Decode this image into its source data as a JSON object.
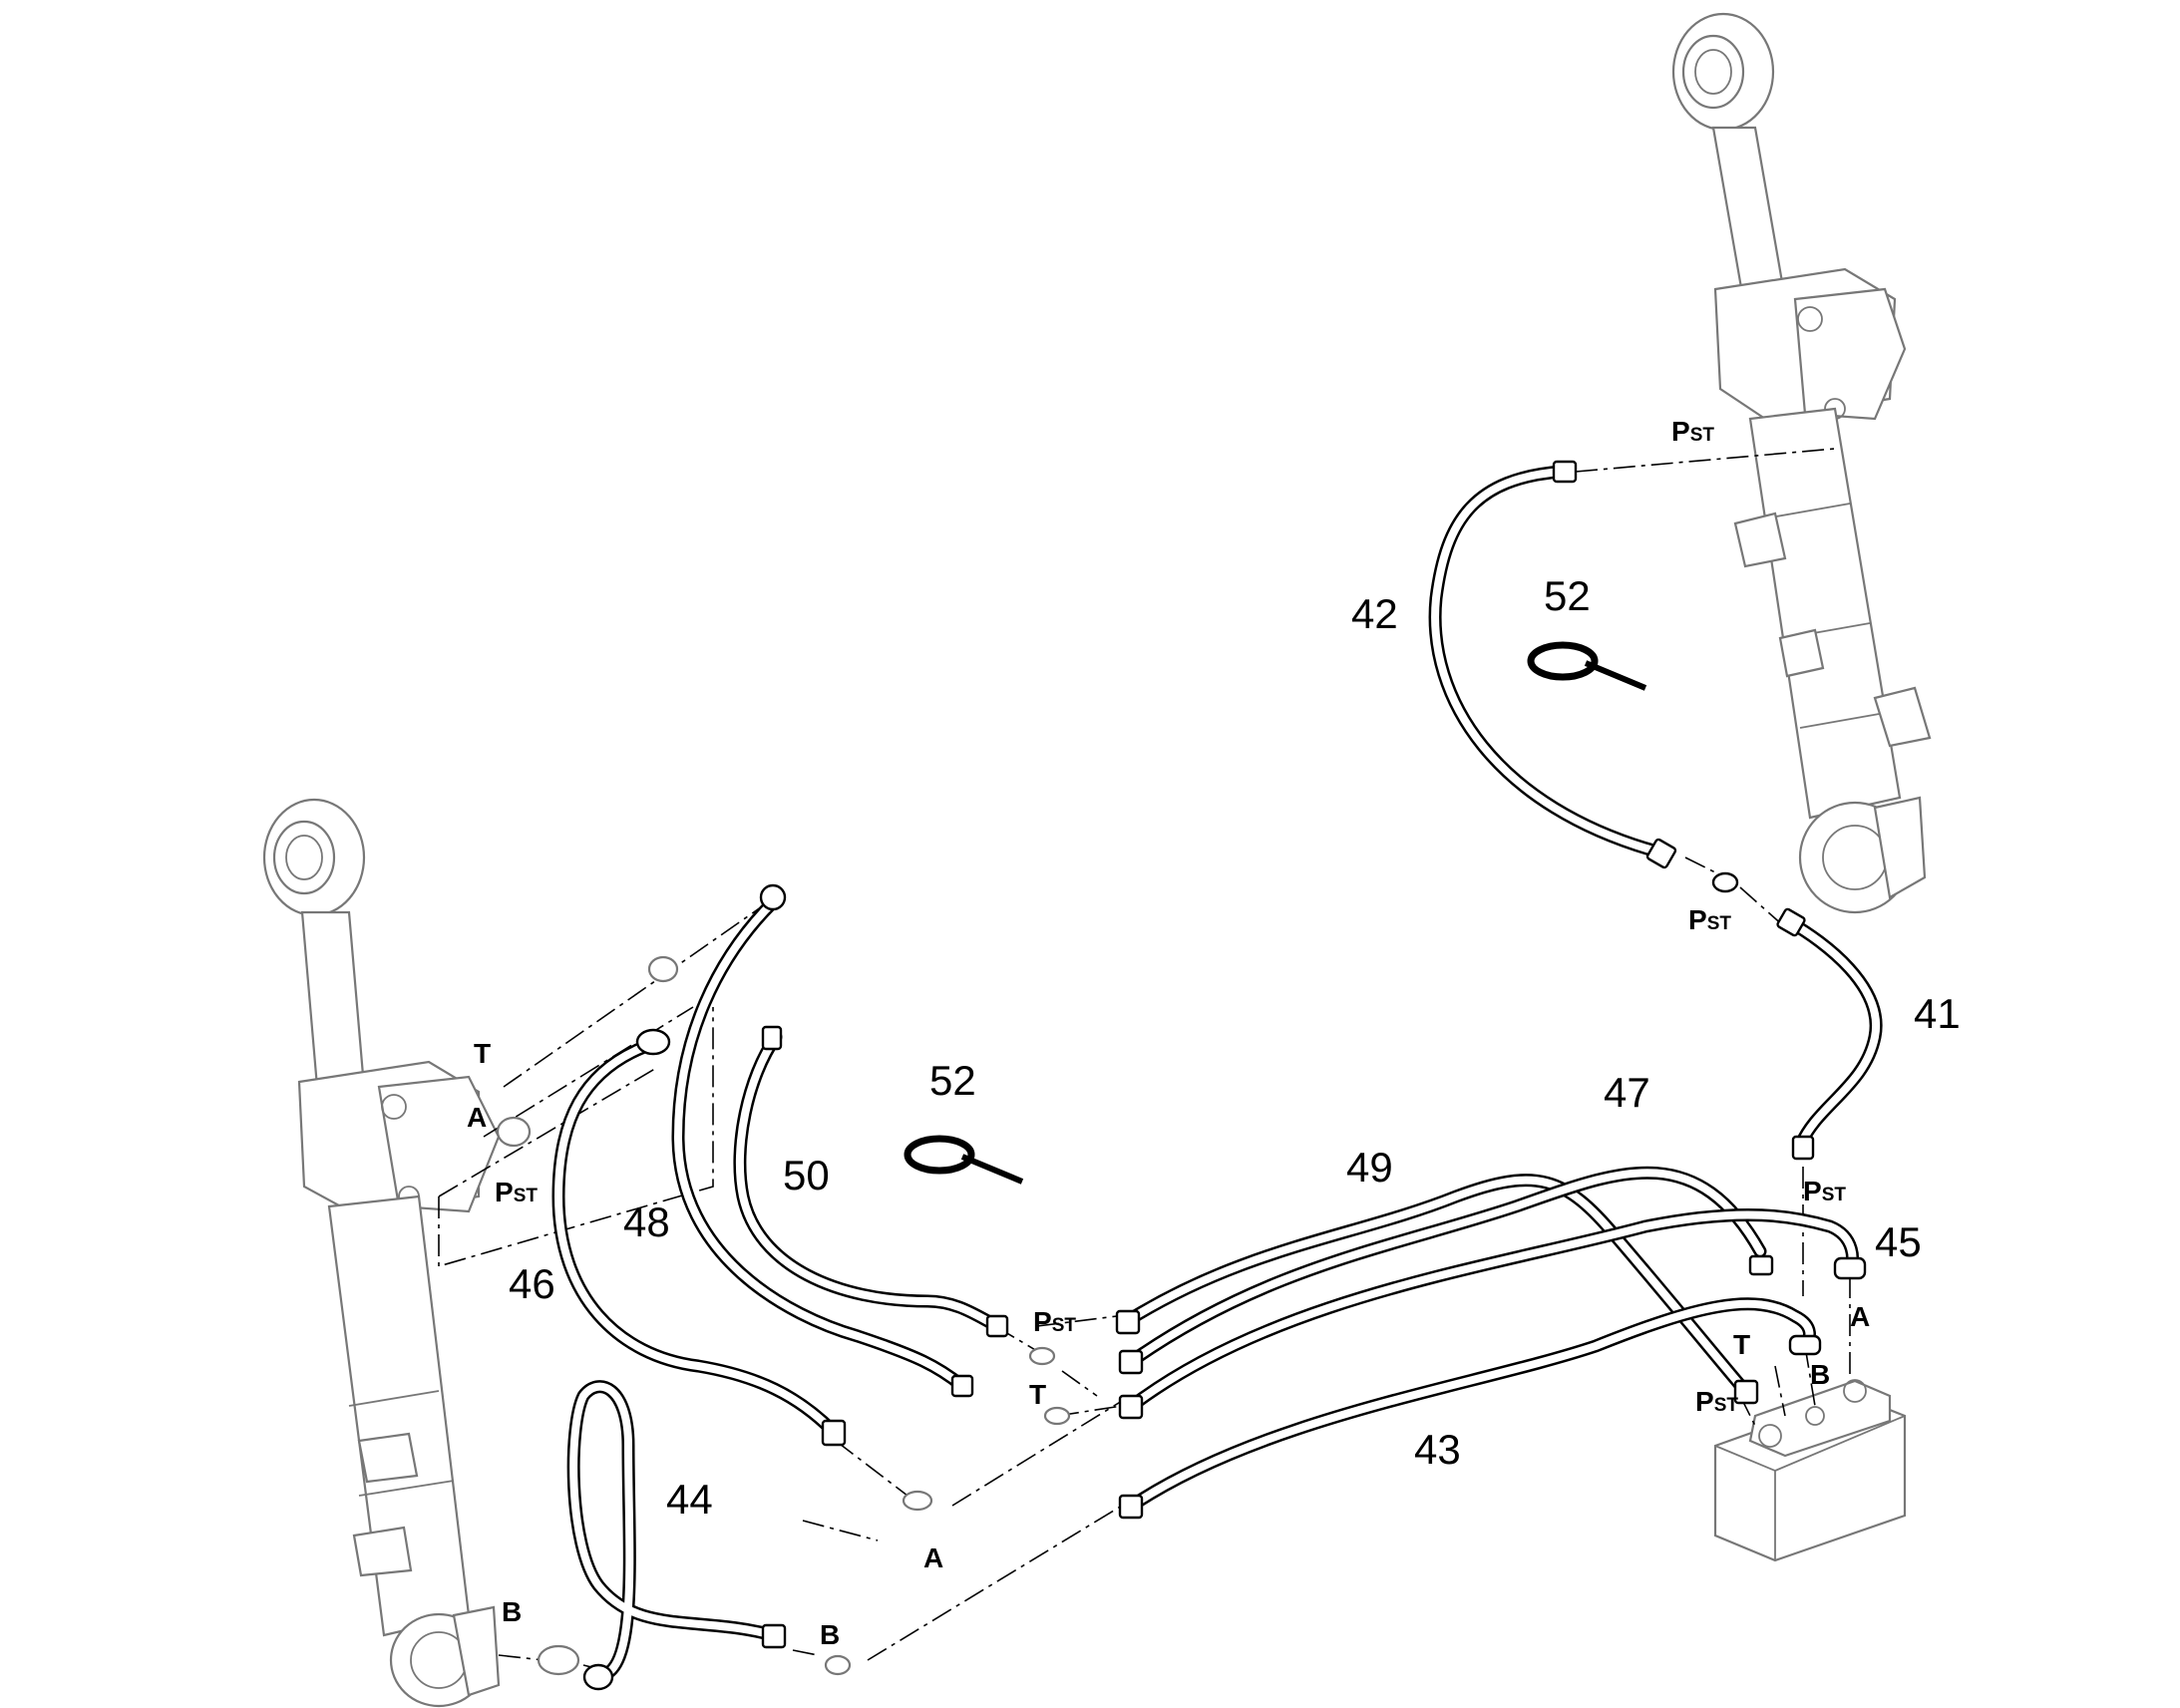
{
  "part_numbers": {
    "p41": "41",
    "p42": "42",
    "p43": "43",
    "p44": "44",
    "p45": "45",
    "p46": "46",
    "p47": "47",
    "p48": "48",
    "p49": "49",
    "p50": "50",
    "p52_right": "52",
    "p52_left": "52"
  },
  "ports": {
    "T": "T",
    "A": "A",
    "B": "B",
    "P": "P",
    "ST": "ST"
  }
}
